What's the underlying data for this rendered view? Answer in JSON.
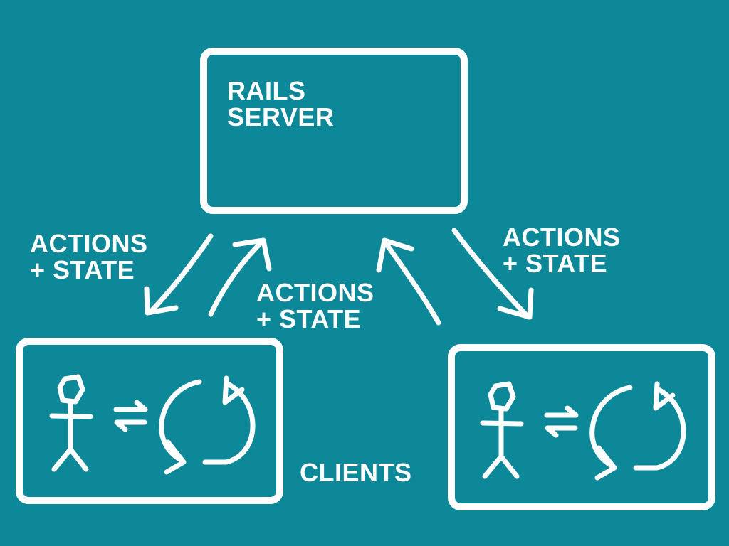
{
  "server": {
    "title_line1": "RAILS",
    "title_line2": "SERVER"
  },
  "edges": {
    "left": {
      "line1": "ACTIONS",
      "line2": "+ STATE"
    },
    "center": {
      "line1": "ACTIONS",
      "line2": "+ STATE"
    },
    "right": {
      "line1": "ACTIONS",
      "line2": "+ STATE"
    }
  },
  "clients": {
    "label": "CLIENTS",
    "items": [
      {
        "icons": [
          "stick-figure-icon",
          "exchange-arrows-icon",
          "refresh-cycle-icon"
        ]
      },
      {
        "icons": [
          "stick-figure-icon",
          "exchange-arrows-icon",
          "refresh-cycle-icon"
        ]
      }
    ]
  },
  "colors": {
    "background": "#0c8899",
    "foreground": "#ffffff"
  }
}
